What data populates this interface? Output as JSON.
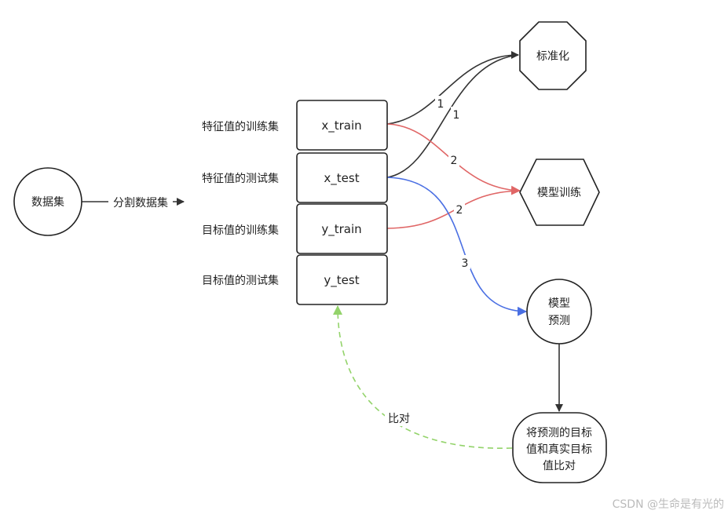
{
  "nodes": {
    "dataset": "数据集",
    "x_train": "x_train",
    "x_test": "x_test",
    "y_train": "y_train",
    "y_test": "y_test",
    "standardize": "标准化",
    "model_train": "模型训练",
    "model_predict_line1": "模型",
    "model_predict_line2": "预测",
    "compare_line1": "将预测的目标",
    "compare_line2": "值和真实目标",
    "compare_line3": "值比对"
  },
  "side_labels": {
    "x_train": "特征值的训练集",
    "x_test": "特征值的测试集",
    "y_train": "目标值的训练集",
    "y_test": "目标值的测试集"
  },
  "edge_labels": {
    "split": "分割数据集",
    "xtrain_std": "1",
    "xtest_std": "1",
    "xtrain_model": "2",
    "ytrain_model": "2",
    "xtest_predict": "3",
    "compare_back": "比对"
  },
  "colors": {
    "black": "#333333",
    "red": "#e06666",
    "blue": "#4a6fe3",
    "green": "#93d36a"
  },
  "watermark": "CSDN @生命是有光的"
}
